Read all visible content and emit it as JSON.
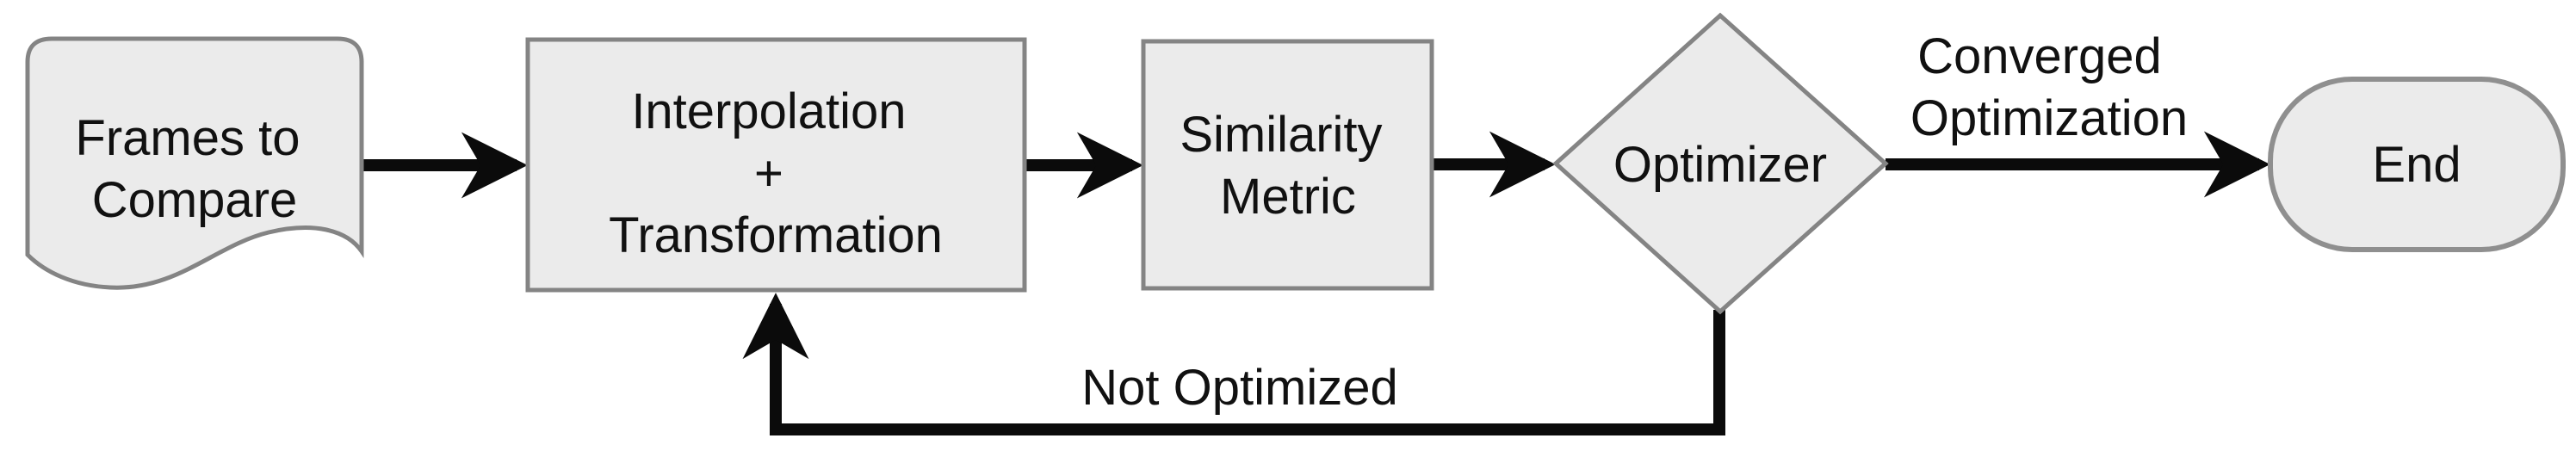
{
  "diagram": {
    "type": "flowchart",
    "background": "#ffffff",
    "colors": {
      "node_fill": "#ebebeb",
      "node_border": "#848484",
      "edge": "#0b0b0b",
      "text": "#111111"
    },
    "nodes": {
      "frames": {
        "shape": "document",
        "line1": "Frames to",
        "line2": "Compare"
      },
      "interpolation": {
        "shape": "process",
        "line1": "Interpolation",
        "line2": "+",
        "line3": "Transformation"
      },
      "similarity": {
        "shape": "process",
        "line1": "Similarity",
        "line2": "Metric"
      },
      "optimizer": {
        "shape": "decision",
        "label": "Optimizer"
      },
      "end": {
        "shape": "terminator",
        "label": "End"
      }
    },
    "edges": [
      {
        "from": "Frames to Compare",
        "to": "Interpolation + Transformation",
        "label": ""
      },
      {
        "from": "Interpolation + Transformation",
        "to": "Similarity Metric",
        "label": ""
      },
      {
        "from": "Similarity Metric",
        "to": "Optimizer",
        "label": ""
      },
      {
        "from": "Optimizer",
        "to": "End",
        "label": "Converged Optimization"
      },
      {
        "from": "Optimizer",
        "to": "Interpolation + Transformation",
        "label": "Not Optimized"
      }
    ],
    "edge_labels": {
      "converged": {
        "line1": "Converged",
        "line2": "Optimization"
      },
      "not_optimized": {
        "label": "Not Optimized"
      }
    }
  }
}
